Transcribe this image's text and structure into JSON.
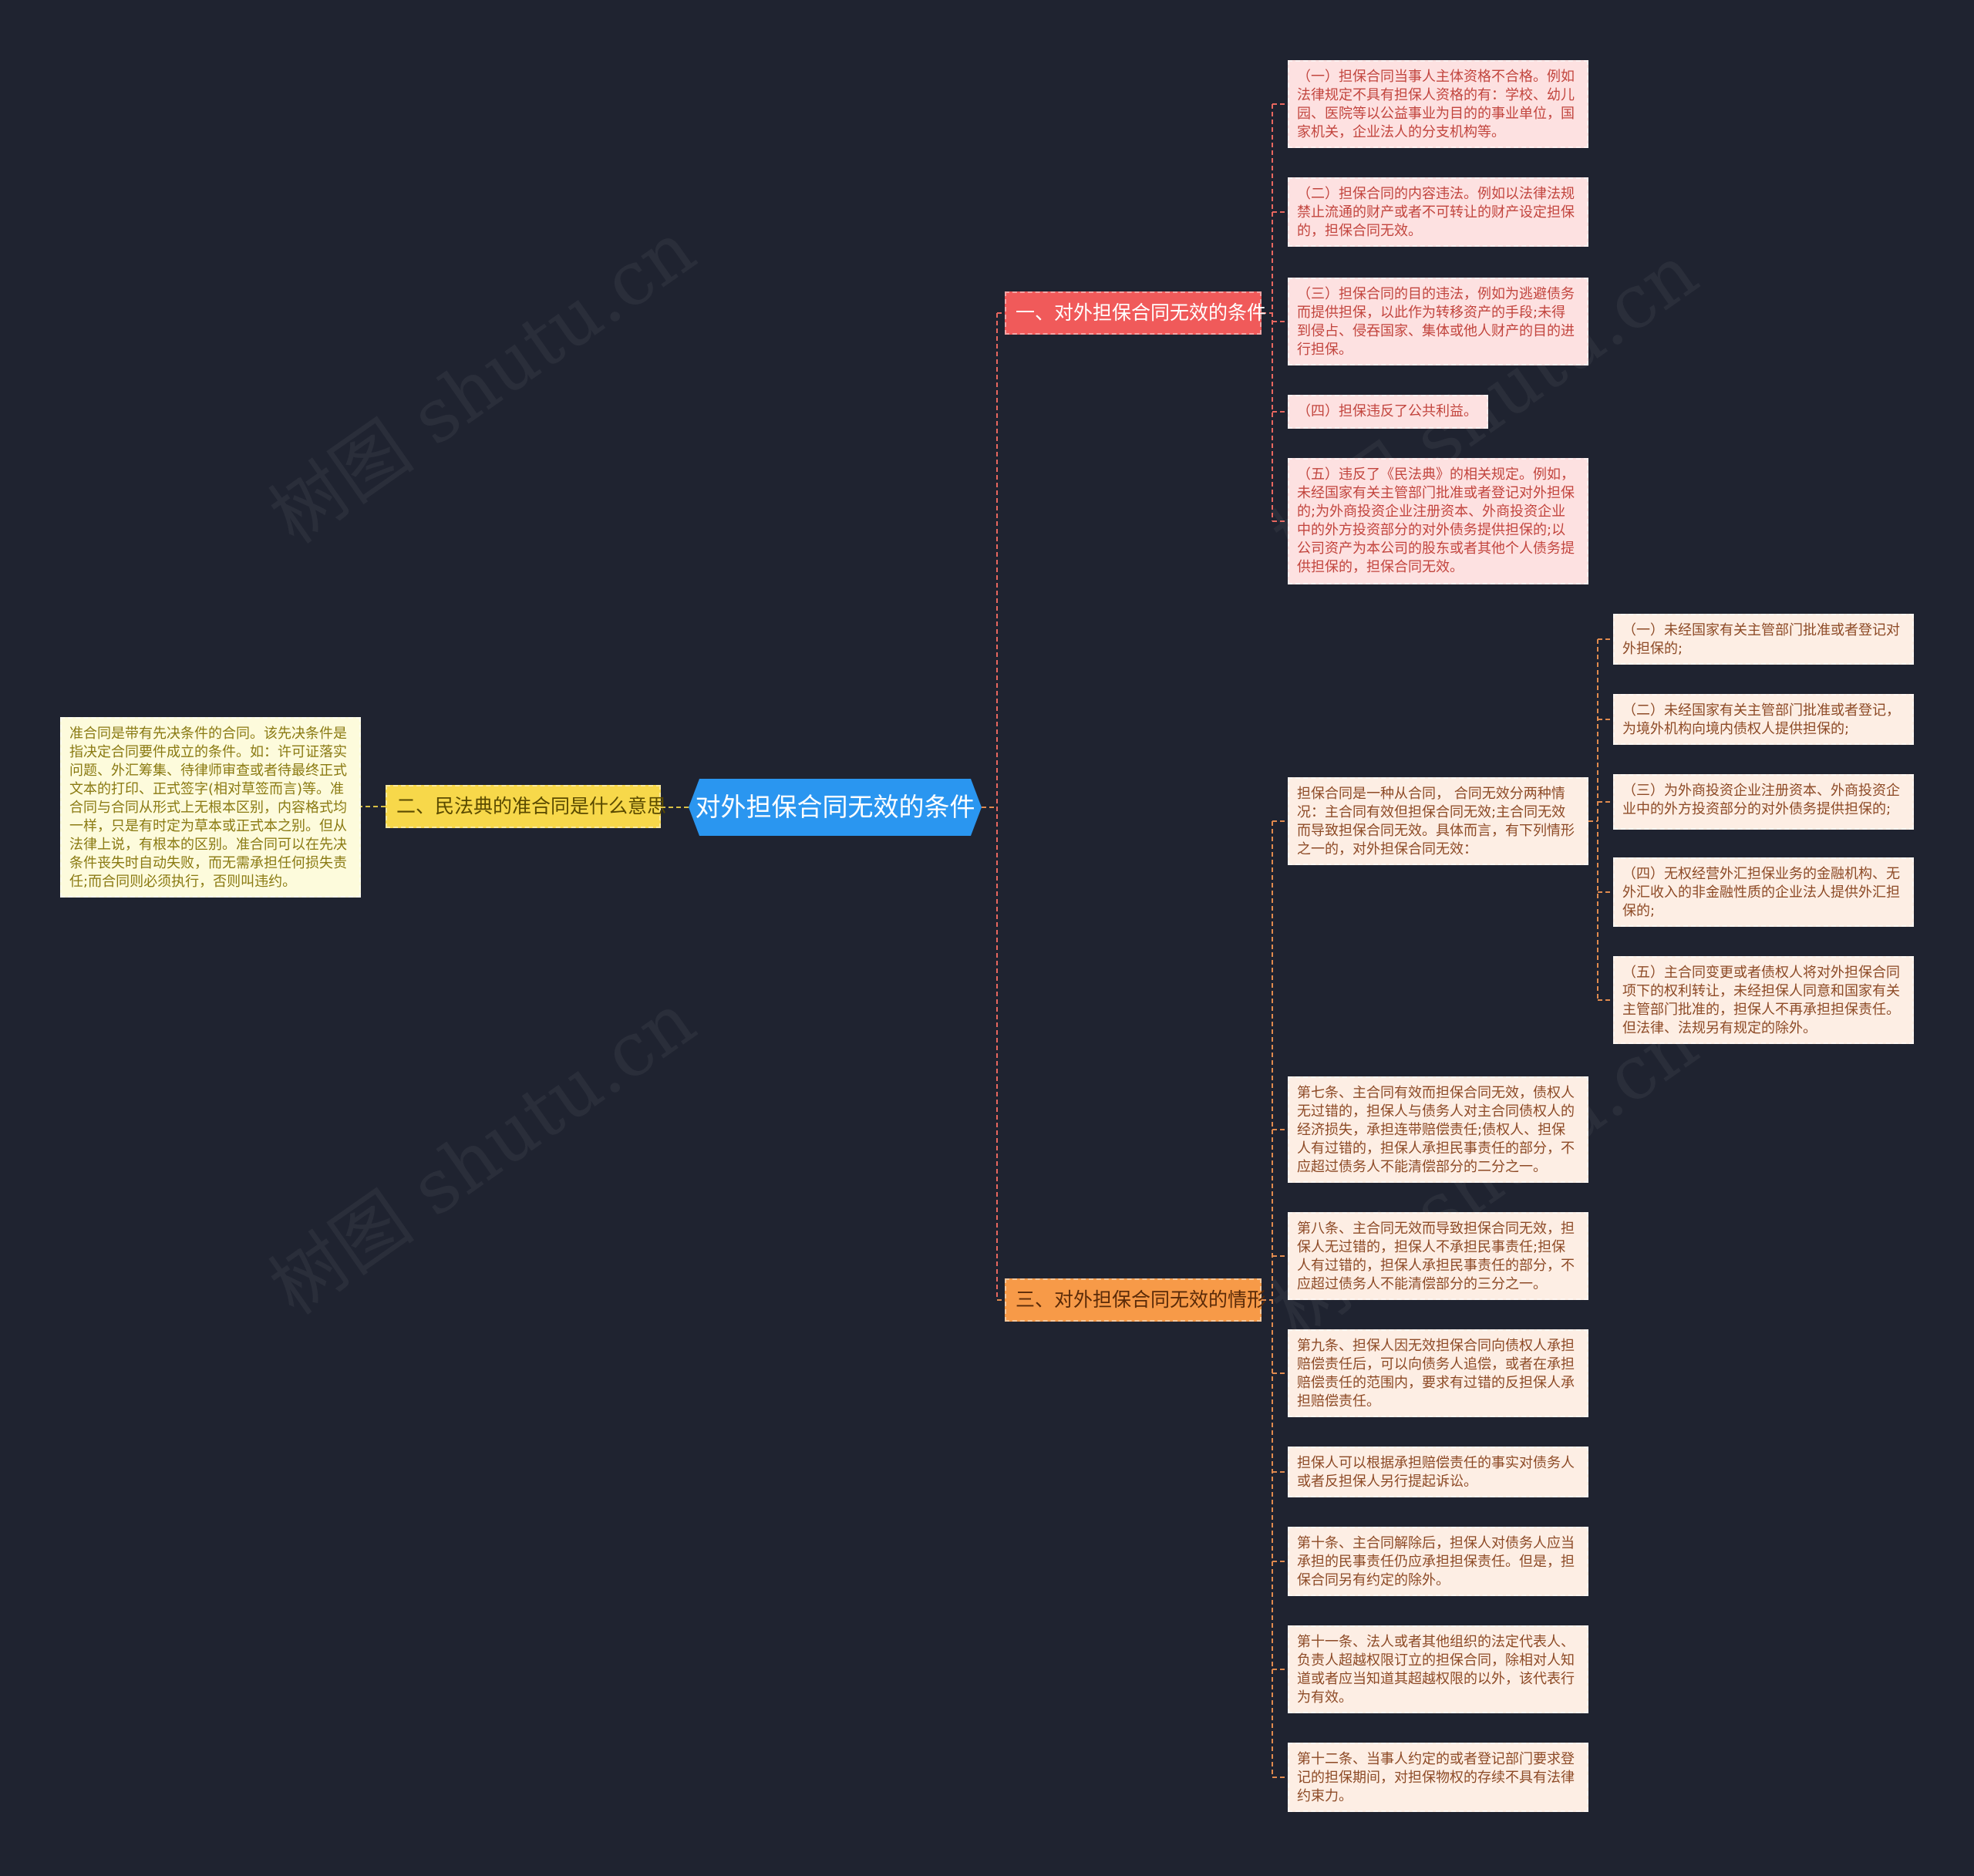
{
  "colors": {
    "background": "#1f2330",
    "root": "#2a96f0",
    "branch_red": "#f05a5a",
    "branch_orange": "#f79a48",
    "branch_yellow": "#f7d84a",
    "connector_red": "#e8675f",
    "connector_orange": "#e08a4e",
    "connector_yellow": "#d9c045"
  },
  "watermark": "树图 shutu.cn",
  "root": {
    "label": "对外担保合同无效的条件"
  },
  "branches": {
    "one": {
      "label": "一、对外担保合同无效的条件",
      "items": [
        "（一）担保合同当事人主体资格不合格。例如法律规定不具有担保人资格的有：学校、幼儿园、医院等以公益事业为目的的事业单位，国家机关，企业法人的分支机构等。",
        "（二）担保合同的内容违法。例如以法律法规禁止流通的财产或者不可转让的财产设定担保的，担保合同无效。",
        "（三）担保合同的目的违法，例如为逃避债务而提供担保，以此作为转移资产的手段;未得到侵占、侵吞国家、集体或他人财产的目的进行担保。",
        "（四）担保违反了公共利益。",
        "（五）违反了《民法典》的相关规定。例如，未经国家有关主管部门批准或者登记对外担保的;为外商投资企业注册资本、外商投资企业中的外方投资部分的对外债务提供担保的;以公司资产为本公司的股东或者其他个人债务提供担保的，担保合同无效。"
      ]
    },
    "two": {
      "label": "二、民法典的准合同是什么意思",
      "items": [
        "准合同是带有先决条件的合同。该先决条件是指决定合同要件成立的条件。如：许可证落实问题、外汇筹集、待律师审查或者待最终正式文本的打印、正式签字(相对草签而言)等。准合同与合同从形式上无根本区别，内容格式均一样，只是有时定为草本或正式本之别。但从法律上说，有根本的区别。准合同可以在先决条件丧失时自动失败，而无需承担任何损失责任;而合同则必须执行，否则叫违约。"
      ]
    },
    "three": {
      "label": "三、对外担保合同无效的情形",
      "intro": "担保合同是一种从合同， 合同无效分两种情况：主合同有效但担保合同无效;主合同无效而导致担保合同无效。具体而言，有下列情形之一的，对外担保合同无效：",
      "sub_items": [
        "（一）未经国家有关主管部门批准或者登记对外担保的;",
        "（二）未经国家有关主管部门批准或者登记，为境外机构向境内债权人提供担保的;",
        "（三）为外商投资企业注册资本、外商投资企业中的外方投资部分的对外债务提供担保的;",
        "（四）无权经营外汇担保业务的金融机构、无外汇收入的非金融性质的企业法人提供外汇担保的;",
        "（五）主合同变更或者债权人将对外担保合同项下的权利转让，未经担保人同意和国家有关主管部门批准的，担保人不再承担担保责任。但法律、法规另有规定的除外。"
      ],
      "items": [
        "第七条、主合同有效而担保合同无效，债权人无过错的，担保人与债务人对主合同债权人的经济损失，承担连带赔偿责任;债权人、担保人有过错的，担保人承担民事责任的部分，不应超过债务人不能清偿部分的二分之一。",
        "第八条、主合同无效而导致担保合同无效，担保人无过错的，担保人不承担民事责任;担保人有过错的，担保人承担民事责任的部分，不应超过债务人不能清偿部分的三分之一。",
        "第九条、担保人因无效担保合同向债权人承担赔偿责任后，可以向债务人追偿，或者在承担赔偿责任的范围内，要求有过错的反担保人承担赔偿责任。",
        "担保人可以根据承担赔偿责任的事实对债务人或者反担保人另行提起诉讼。",
        "第十条、主合同解除后，担保人对债务人应当承担的民事责任仍应承担担保责任。但是，担保合同另有约定的除外。",
        "第十一条、法人或者其他组织的法定代表人、负责人超越权限订立的担保合同，除相对人知道或者应当知道其超越权限的以外，该代表行为有效。",
        "第十二条、当事人约定的或者登记部门要求登记的担保期间，对担保物权的存续不具有法律约束力。"
      ]
    }
  }
}
